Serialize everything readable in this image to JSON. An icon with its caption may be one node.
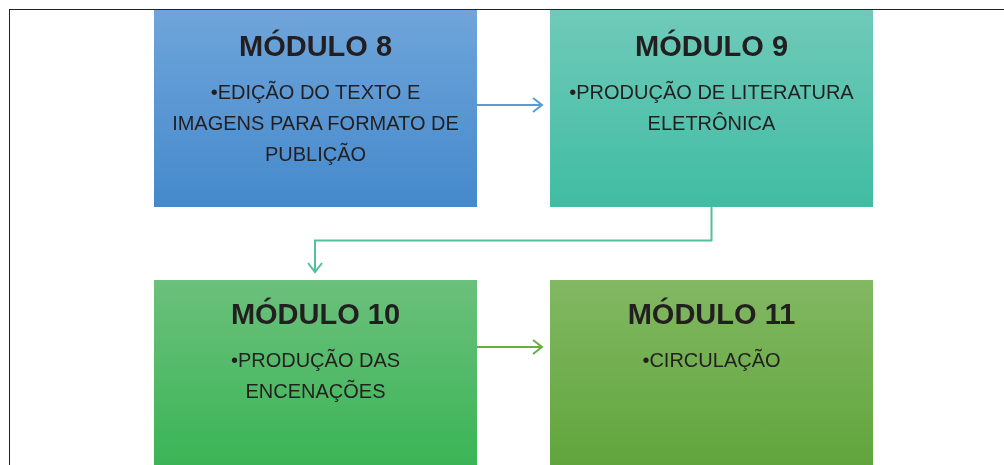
{
  "diagram": {
    "nodes": [
      {
        "text": [
          "MÓDULO 8",
          "•EDIÇÃO DO TEXTO E IMAGENS PARA FORMATO DE PUBLIÇÃO"
        ]
      },
      {
        "text": [
          "MÓDULO 9",
          "•PRODUÇÃO DE LITERATURA ELETRÔNICA"
        ]
      },
      {
        "text": [
          "MÓDULO 10",
          "•PRODUÇÃO DAS ENCENAÇÕES"
        ]
      },
      {
        "text": [
          "MÓDULO 11",
          "•CIRCULAÇÃO"
        ]
      }
    ],
    "edges": [
      {
        "from": 0,
        "to": 1,
        "arrow": "to",
        "color": "#5b9bd5"
      },
      {
        "from": 1,
        "to": 2,
        "arrow": "to",
        "color": "#52c09c"
      },
      {
        "from": 2,
        "to": 3,
        "arrow": "to",
        "color": "#6aac46"
      }
    ]
  }
}
